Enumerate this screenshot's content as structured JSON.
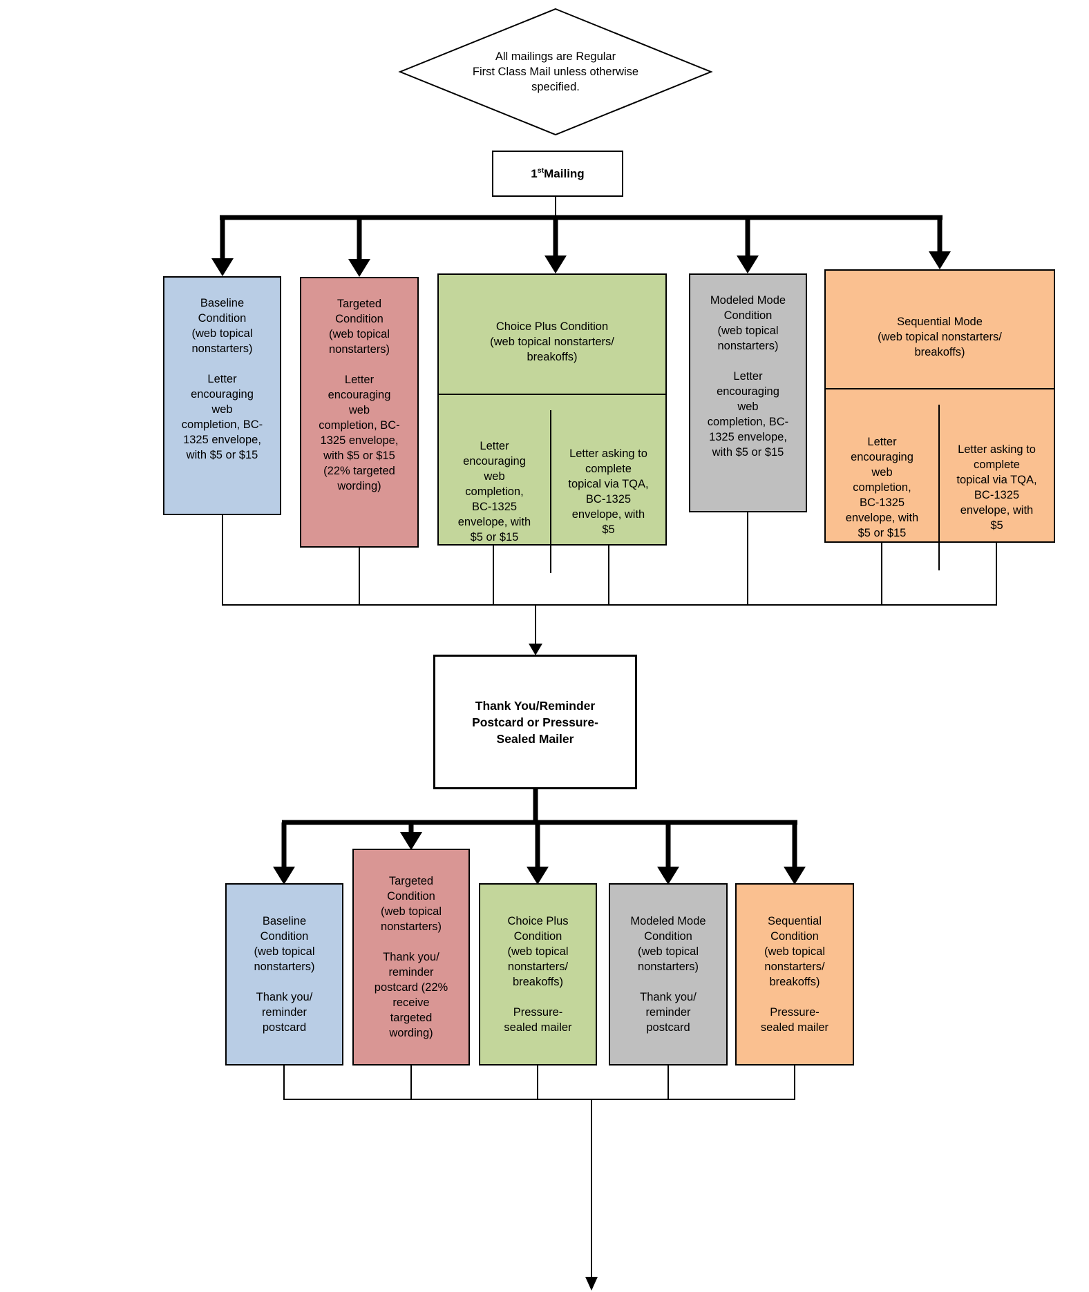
{
  "title": "Mailing strategy flowchart",
  "colors": {
    "baseline": "#B9CDE5",
    "targeted": "#D99694",
    "choice_plus": "#C3D69B",
    "modeled": "#BFBFBF",
    "sequential": "#FAC090"
  },
  "nodes": {
    "note": "All mailings are Regular\nFirst Class Mail unless otherwise\nspecified.",
    "first_mailing": {
      "num": "1",
      "ordinal": "st",
      "label": " Mailing"
    },
    "thank_you": "Thank You/Reminder\nPostcard or Pressure-\nSealed Mailer",
    "wave1": {
      "baseline": "Baseline\nCondition\n(web topical\nnonstarters)\n\nLetter\nencouraging\nweb\ncompletion, BC-\n1325 envelope,\nwith $5 or $15",
      "targeted": "Targeted\nCondition\n(web topical\nnonstarters)\n\nLetter\nencouraging\nweb\ncompletion, BC-\n1325 envelope,\nwith $5 or $15\n(22% targeted\nwording)",
      "choice_plus": {
        "header": "Choice Plus Condition\n(web topical nonstarters/\nbreakoffs)",
        "left": "Letter\nencouraging\nweb\ncompletion,\nBC-1325\nenvelope, with\n$5 or $15",
        "right": "Letter asking to\ncomplete\ntopical via TQA,\nBC-1325\nenvelope, with\n$5"
      },
      "modeled": "Modeled Mode\nCondition\n(web topical\nnonstarters)\n\nLetter\nencouraging\nweb\ncompletion, BC-\n1325 envelope,\nwith $5 or $15",
      "sequential": {
        "header": "Sequential Mode\n(web topical nonstarters/\nbreakoffs)",
        "left": "Letter\nencouraging\nweb\ncompletion,\nBC-1325\nenvelope, with\n$5 or $15",
        "right": "Letter asking to\ncomplete\ntopical via TQA,\nBC-1325\nenvelope, with\n$5"
      }
    },
    "wave2": {
      "baseline": "Baseline\nCondition\n(web topical\nnonstarters)\n\nThank you/\nreminder\npostcard",
      "targeted": "Targeted\nCondition\n(web topical\nnonstarters)\n\nThank you/\nreminder\npostcard (22%\nreceive\ntargeted\nwording)",
      "choice_plus": "Choice Plus\nCondition\n(web topical\nnonstarters/\nbreakoffs)\n\nPressure-\nsealed mailer",
      "modeled": "Modeled Mode\nCondition\n(web topical\nnonstarters)\n\nThank you/\nreminder\npostcard",
      "sequential": "Sequential\nCondition\n(web topical\nnonstarters/\nbreakoffs)\n\nPressure-\nsealed mailer"
    }
  }
}
